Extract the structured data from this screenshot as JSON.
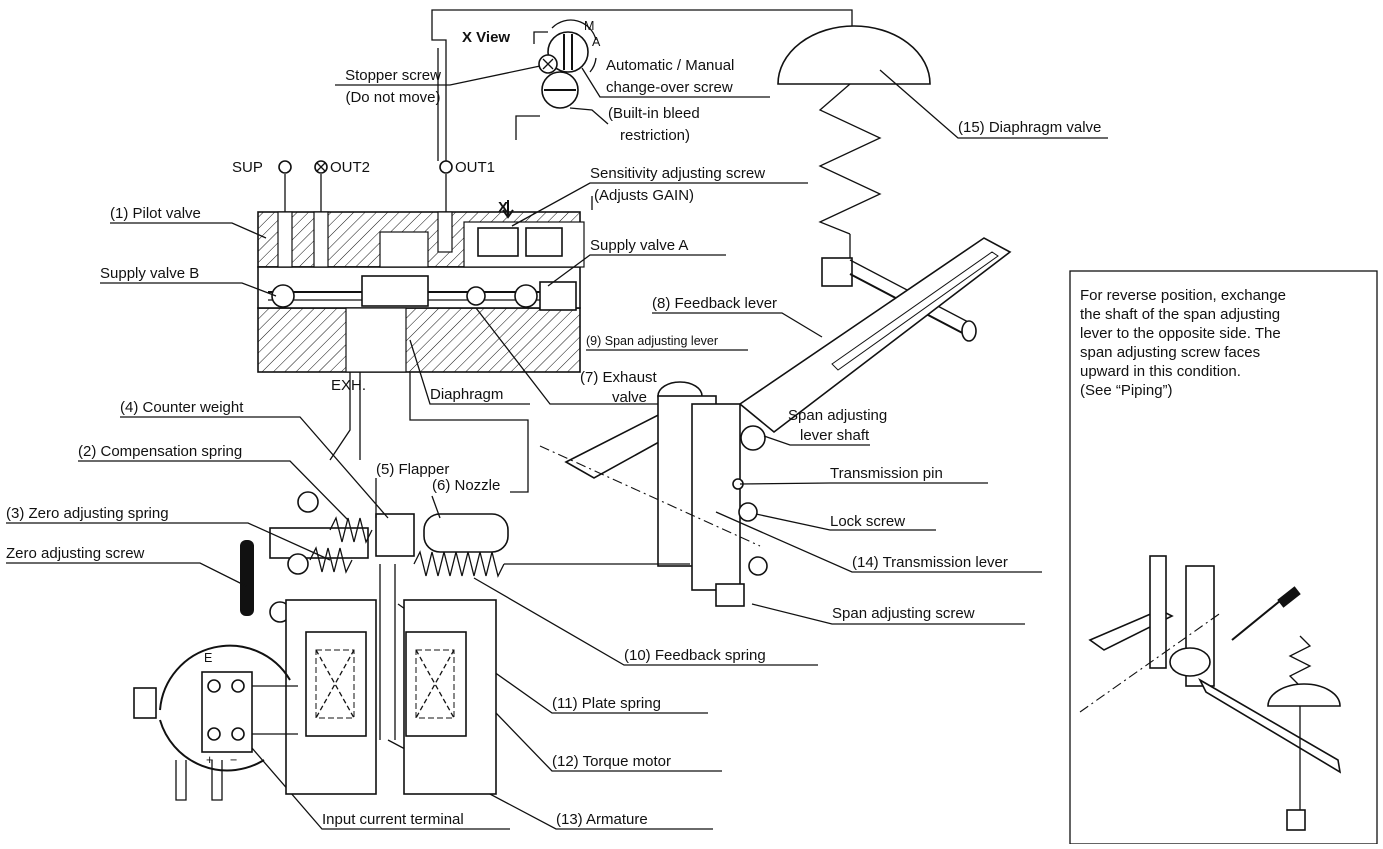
{
  "labels": {
    "x_view": "X View",
    "x_arrow": "X",
    "mode_m": "M",
    "mode_a": "A",
    "stopper_screw_1": "Stopper screw",
    "stopper_screw_2": "(Do not move)",
    "auto_manual_1": "Automatic / Manual",
    "auto_manual_2": "change-over screw",
    "bleed_1": "(Built-in bleed",
    "bleed_2": "restriction)",
    "sensitivity_1": "Sensitivity adjusting screw",
    "sensitivity_2": "(Adjusts GAIN)",
    "sup": "SUP",
    "out2": "OUT2",
    "out1": "OUT1",
    "pilot_valve": "(1) Pilot valve",
    "supply_valve_b": "Supply valve B",
    "supply_valve_a": "Supply valve A",
    "feedback_lever": "(8) Feedback lever",
    "span_adjusting_lever": "(9) Span adjusting lever",
    "exhaust_valve_1": "(7) Exhaust",
    "exhaust_valve_2": "valve",
    "exh": "EXH.",
    "diaphragm": "Diaphragm",
    "span_lever_shaft_1": "Span adjusting",
    "span_lever_shaft_2": "lever shaft",
    "counter_weight": "(4) Counter weight",
    "flapper": "(5) Flapper",
    "compensation_spring": "(2) Compensation spring",
    "nozzle": "(6) Nozzle",
    "transmission_pin": "Transmission pin",
    "zero_adjusting_spring": "(3) Zero adjusting spring",
    "lock_screw": "Lock screw",
    "zero_adjusting_screw": "Zero adjusting screw",
    "transmission_lever": "(14) Transmission lever",
    "span_adjusting_screw": "Span adjusting screw",
    "feedback_spring": "(10) Feedback spring",
    "plate_spring": "(11) Plate spring",
    "torque_motor": "(12) Torque motor",
    "input_current_terminal": "Input current terminal",
    "armature": "(13) Armature",
    "diaphragm_valve": "(15) Diaphragm valve",
    "terminal_e": "E",
    "terminal_plus": "+",
    "terminal_minus": "−"
  },
  "note": {
    "lines": [
      "For reverse position, exchange",
      "the shaft of the span adjusting",
      "lever to the opposite side. The",
      "span adjusting screw faces",
      "upward in this condition.",
      "(See “Piping”)"
    ]
  }
}
